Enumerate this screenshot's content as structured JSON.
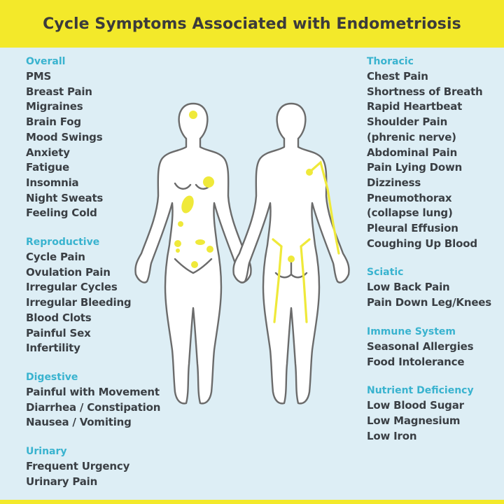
{
  "title": "Cycle Symptoms Associated with Endometriosis",
  "colors": {
    "banner": "#f3e92a",
    "heading": "#39b3cf",
    "text": "#3a3f44",
    "background": "#ddeef5",
    "hotspot": "#efe93a",
    "body_fill": "#ffffff",
    "body_outline": "#6b6b6b"
  },
  "left_sections": [
    {
      "heading": "Overall",
      "items": [
        "PMS",
        "Breast Pain",
        "Migraines",
        "Brain Fog",
        "Mood Swings",
        "Anxiety",
        "Fatigue",
        "Insomnia",
        "Night Sweats",
        "Feeling Cold"
      ]
    },
    {
      "heading": "Reproductive",
      "items": [
        "Cycle Pain",
        "Ovulation Pain",
        "Irregular Cycles",
        "Irregular Bleeding",
        "Blood Clots",
        "Painful Sex",
        "Infertility"
      ]
    },
    {
      "heading": "Digestive",
      "items": [
        "Painful with Movement",
        "Diarrhea / Constipation",
        "Nausea / Vomiting"
      ]
    },
    {
      "heading": "Urinary",
      "items": [
        "Frequent Urgency",
        "Urinary Pain"
      ]
    }
  ],
  "right_sections": [
    {
      "heading": "Thoracic",
      "items": [
        "Chest Pain",
        "Shortness of Breath",
        "Rapid Heartbeat",
        "Shoulder Pain",
        "(phrenic nerve)",
        "Abdominal Pain",
        "Pain Lying Down",
        "Dizziness",
        "Pneumothorax",
        "(collapse lung)",
        "Pleural Effusion",
        "Coughing Up Blood"
      ]
    },
    {
      "heading": "Sciatic",
      "items": [
        "Low Back Pain",
        "Pain Down Leg/Knees"
      ]
    },
    {
      "heading": "Immune System",
      "items": [
        "Seasonal Allergies",
        "Food Intolerance"
      ]
    },
    {
      "heading": "Nutrient Deficiency",
      "items": [
        "Low Blood Sugar",
        "Low Magnesium",
        "Low Iron"
      ]
    }
  ]
}
